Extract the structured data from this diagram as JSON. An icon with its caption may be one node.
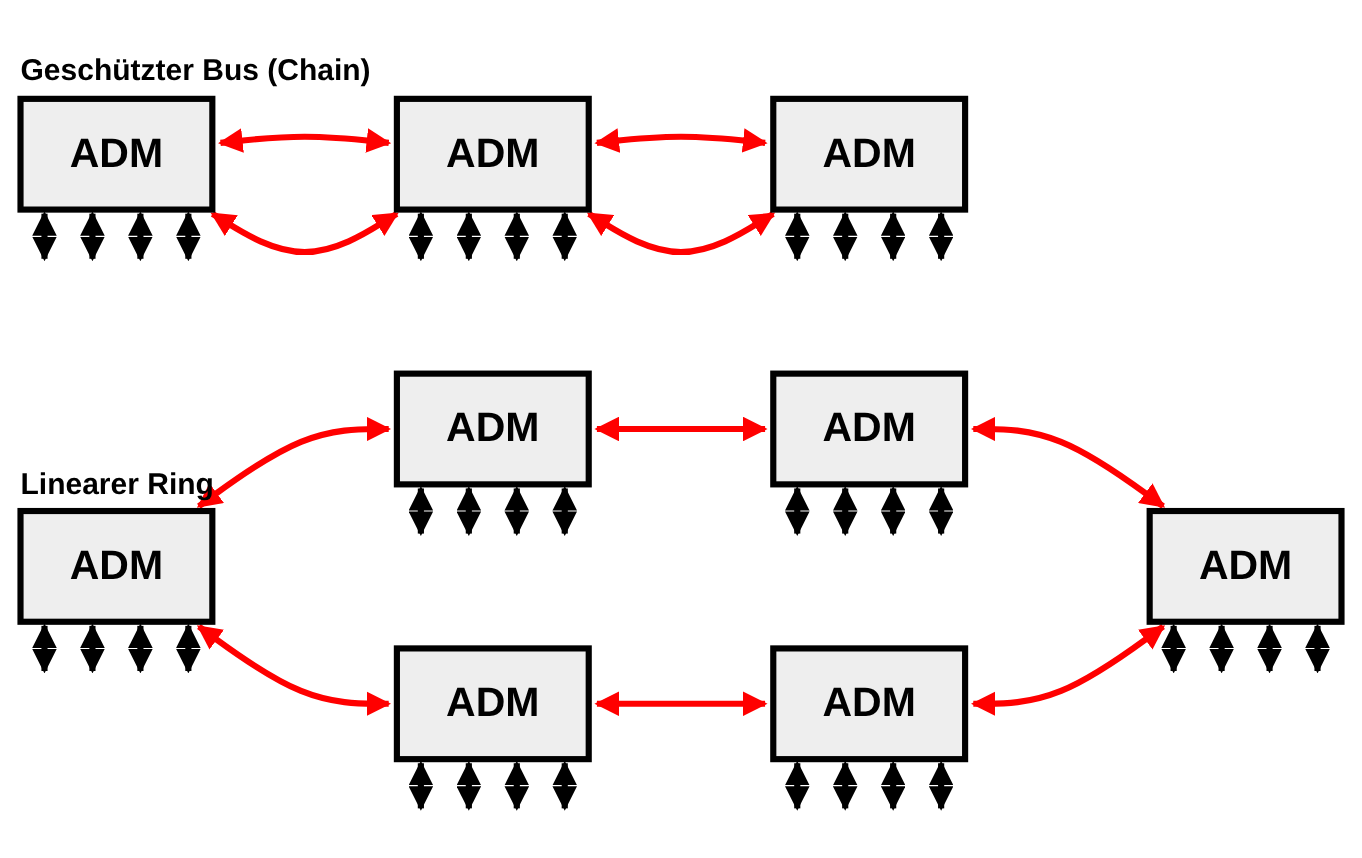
{
  "diagram": {
    "nodes": [
      {
        "text": [
          "ADM"
        ]
      },
      {
        "text": [
          "ADM"
        ]
      },
      {
        "text": [
          "ADM"
        ]
      },
      {
        "text": [
          "ADM"
        ]
      },
      {
        "text": [
          "ADM"
        ]
      },
      {
        "text": [
          "ADM"
        ]
      },
      {
        "text": [
          "ADM"
        ]
      },
      {
        "text": [
          "ADM"
        ]
      },
      {
        "text": [
          "ADM"
        ]
      }
    ],
    "edges": [
      {
        "from": 0,
        "to": 1,
        "arrow": "both",
        "color": "#ff0000"
      },
      {
        "from": 0,
        "to": 1,
        "arrow": "both",
        "color": "#ff0000"
      },
      {
        "from": 1,
        "to": 2,
        "arrow": "both",
        "color": "#ff0000"
      },
      {
        "from": 1,
        "to": 2,
        "arrow": "both",
        "color": "#ff0000"
      },
      {
        "from": 3,
        "to": 4,
        "arrow": "both",
        "color": "#ff0000"
      },
      {
        "from": 4,
        "to": 5,
        "arrow": "both",
        "color": "#ff0000"
      },
      {
        "from": 3,
        "to": 6,
        "arrow": "both",
        "color": "#ff0000"
      },
      {
        "from": 5,
        "to": 8,
        "arrow": "both",
        "color": "#ff0000"
      },
      {
        "from": 6,
        "to": 7,
        "arrow": "both",
        "color": "#ff0000"
      },
      {
        "from": 7,
        "to": 8,
        "arrow": "both",
        "color": "#ff0000"
      },
      {
        "from": 0,
        "to": null,
        "arrow": "both"
      },
      {
        "from": 0,
        "to": null,
        "arrow": "both"
      },
      {
        "from": 0,
        "to": null,
        "arrow": "both"
      },
      {
        "from": 0,
        "to": null,
        "arrow": "both"
      },
      {
        "from": 1,
        "to": null,
        "arrow": "both"
      },
      {
        "from": 1,
        "to": null,
        "arrow": "both"
      },
      {
        "from": 1,
        "to": null,
        "arrow": "both"
      },
      {
        "from": 1,
        "to": null,
        "arrow": "both"
      },
      {
        "from": 2,
        "to": null,
        "arrow": "both"
      },
      {
        "from": 2,
        "to": null,
        "arrow": "both"
      },
      {
        "from": 2,
        "to": null,
        "arrow": "both"
      },
      {
        "from": 2,
        "to": null,
        "arrow": "both"
      },
      {
        "from": 3,
        "to": null,
        "arrow": "both"
      },
      {
        "from": 3,
        "to": null,
        "arrow": "both"
      },
      {
        "from": 3,
        "to": null,
        "arrow": "both"
      },
      {
        "from": 3,
        "to": null,
        "arrow": "both"
      },
      {
        "from": 4,
        "to": null,
        "arrow": "both"
      },
      {
        "from": 4,
        "to": null,
        "arrow": "both"
      },
      {
        "from": 4,
        "to": null,
        "arrow": "both"
      },
      {
        "from": 4,
        "to": null,
        "arrow": "both"
      },
      {
        "from": 5,
        "to": null,
        "arrow": "both"
      },
      {
        "from": 5,
        "to": null,
        "arrow": "both"
      },
      {
        "from": 5,
        "to": null,
        "arrow": "both"
      },
      {
        "from": 5,
        "to": null,
        "arrow": "both"
      },
      {
        "from": 6,
        "to": null,
        "arrow": "both"
      },
      {
        "from": 6,
        "to": null,
        "arrow": "both"
      },
      {
        "from": 6,
        "to": null,
        "arrow": "both"
      },
      {
        "from": 6,
        "to": null,
        "arrow": "both"
      },
      {
        "from": 7,
        "to": null,
        "arrow": "both"
      },
      {
        "from": 7,
        "to": null,
        "arrow": "both"
      },
      {
        "from": 7,
        "to": null,
        "arrow": "both"
      },
      {
        "from": 7,
        "to": null,
        "arrow": "both"
      },
      {
        "from": 8,
        "to": null,
        "arrow": "both"
      },
      {
        "from": 8,
        "to": null,
        "arrow": "both"
      },
      {
        "from": 8,
        "to": null,
        "arrow": "both"
      },
      {
        "from": 8,
        "to": null,
        "arrow": "both"
      }
    ],
    "labels": [
      "Geschützter Bus (Chain)",
      "Linearer Ring"
    ]
  }
}
